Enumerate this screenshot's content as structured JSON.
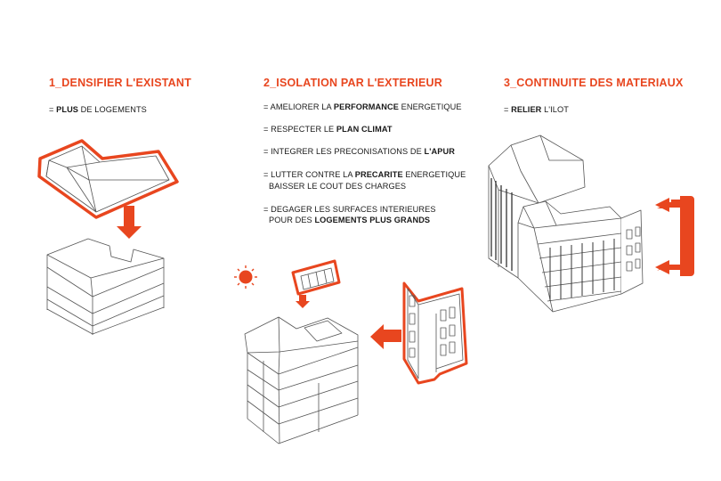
{
  "col1": {
    "title": "1_DENSIFIER L'EXISTANT",
    "lines": [
      {
        "pre": "= ",
        "bold": "PLUS",
        "post": " DE LOGEMENTS"
      }
    ]
  },
  "col2": {
    "title": "2_ISOLATION PAR L'EXTERIEUR",
    "lines": [
      {
        "pre": "= AMELIORER LA ",
        "bold": "PERFORMANCE",
        "post": " ENERGETIQUE"
      },
      {
        "pre": "= RESPECTER LE ",
        "bold": "PLAN CLIMAT",
        "post": ""
      },
      {
        "pre": "= INTEGRER LES PRECONISATIONS DE ",
        "bold": "L'APUR",
        "post": ""
      },
      {
        "pre": "= LUTTER CONTRE LA ",
        "bold": "PRECARITE",
        "post": " ENERGETIQUE"
      },
      {
        "pre": "BAISSER LE COUT DES CHARGES",
        "bold": "",
        "post": ""
      },
      {
        "pre": "= DEGAGER LES SURFACES INTERIEURES",
        "bold": "",
        "post": ""
      },
      {
        "pre": "POUR DES ",
        "bold": "LOGEMENTS PLUS GRANDS",
        "post": ""
      }
    ]
  },
  "col3": {
    "title": "3_CONTINUITE DES MATERIAUX",
    "lines": [
      {
        "pre": "= ",
        "bold": "RELIER",
        "post": " L'ILOT"
      }
    ]
  },
  "colors": {
    "accent": "#e8461f",
    "line": "#555555",
    "text": "#1a1a1a"
  },
  "icons": [
    "down-arrow-icon",
    "left-arrow-icon",
    "sun-icon",
    "solar-panel-icon",
    "bracket-arrow-icon"
  ]
}
